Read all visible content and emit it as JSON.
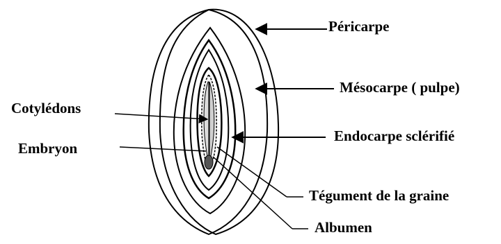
{
  "labels": {
    "pericarpe": "Péricarpe",
    "mesocarpe": "Mésocarpe ( pulpe)",
    "cotyledons": "Cotylédons",
    "endocarpe": "Endocarpe sclérifié",
    "embryon": "Embryon",
    "tegument": "Tégument de la graine",
    "albumen": "Albumen"
  },
  "colors": {
    "ink": "#000000",
    "background": "#ffffff"
  }
}
